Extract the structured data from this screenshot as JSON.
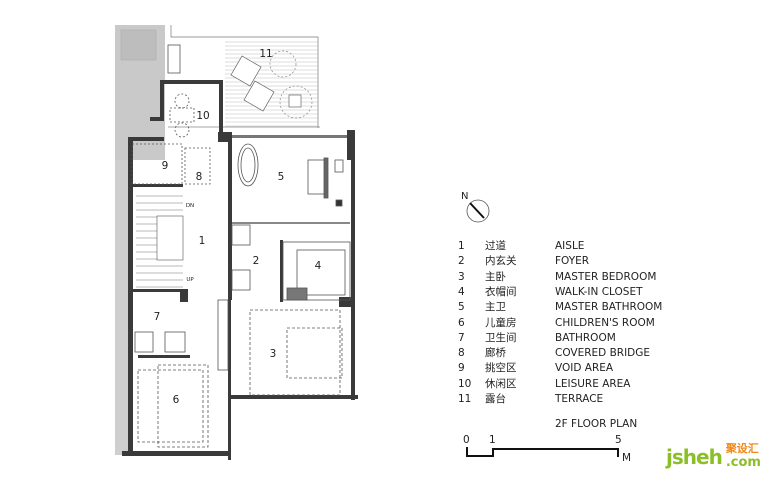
{
  "rooms": [
    {
      "number": "1",
      "zh": "过道",
      "en": "AISLE"
    },
    {
      "number": "2",
      "zh": "内玄关",
      "en": "FOYER"
    },
    {
      "number": "3",
      "zh": "主卧",
      "en": "MASTER BEDROOM"
    },
    {
      "number": "4",
      "zh": "衣帽间",
      "en": "WALK-IN CLOSET"
    },
    {
      "number": "5",
      "zh": "主卫",
      "en": "MASTER BATHROOM"
    },
    {
      "number": "6",
      "zh": "儿童房",
      "en": "CHILDREN'S ROOM"
    },
    {
      "number": "7",
      "zh": "卫生间",
      "en": "BATHROOM"
    },
    {
      "number": "8",
      "zh": "廊桥",
      "en": "COVERED BRIDGE"
    },
    {
      "number": "9",
      "zh": "挑空区",
      "en": "VOID AREA"
    },
    {
      "number": "10",
      "zh": "休闲区",
      "en": "LEISURE AREA"
    },
    {
      "number": "11",
      "zh": "露台",
      "en": "TERRACE"
    }
  ],
  "plan_title": "2F FLOOR PLAN",
  "compass": {
    "label": "N"
  },
  "stairs": {
    "down": "DN",
    "up": "UP"
  },
  "scale": {
    "ticks": [
      "0",
      "1",
      "5"
    ],
    "unit": "M"
  },
  "watermark": {
    "latin": "jsheh",
    "zh": "聚设汇",
    "domain": ".com"
  }
}
